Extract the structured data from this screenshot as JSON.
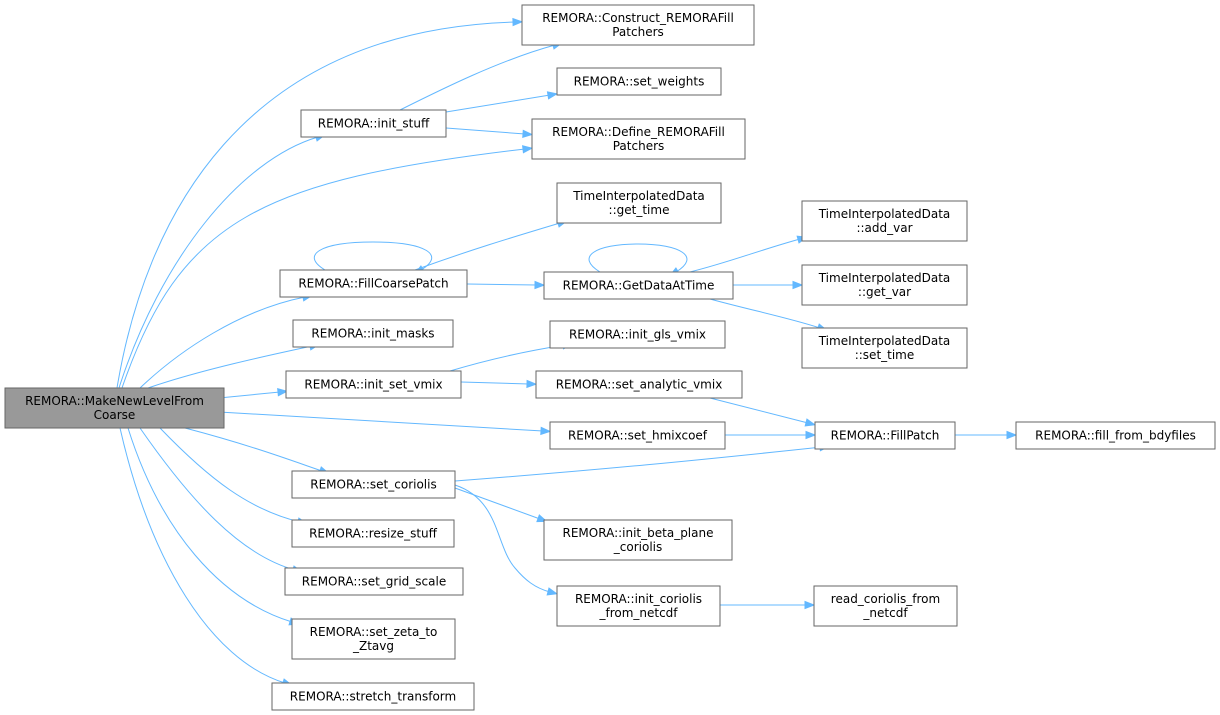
{
  "graph": {
    "nodes": [
      {
        "id": "root",
        "lines": [
          "REMORA::MakeNewLevelFrom",
          "Coarse"
        ],
        "root": true
      },
      {
        "id": "construct",
        "lines": [
          "REMORA::Construct_REMORAFill",
          "Patchers"
        ]
      },
      {
        "id": "set_weights",
        "lines": [
          "REMORA::set_weights"
        ]
      },
      {
        "id": "init_stuff",
        "lines": [
          "REMORA::init_stuff"
        ]
      },
      {
        "id": "define",
        "lines": [
          "REMORA::Define_REMORAFill",
          "Patchers"
        ]
      },
      {
        "id": "get_time",
        "lines": [
          "TimeInterpolatedData",
          "::get_time"
        ]
      },
      {
        "id": "add_var",
        "lines": [
          "TimeInterpolatedData",
          "::add_var"
        ]
      },
      {
        "id": "fillcoarse",
        "lines": [
          "REMORA::FillCoarsePatch"
        ]
      },
      {
        "id": "getdata",
        "lines": [
          "REMORA::GetDataAtTime"
        ]
      },
      {
        "id": "get_var",
        "lines": [
          "TimeInterpolatedData",
          "::get_var"
        ]
      },
      {
        "id": "init_masks",
        "lines": [
          "REMORA::init_masks"
        ]
      },
      {
        "id": "init_gls",
        "lines": [
          "REMORA::init_gls_vmix"
        ]
      },
      {
        "id": "set_time",
        "lines": [
          "TimeInterpolatedData",
          "::set_time"
        ]
      },
      {
        "id": "init_set_vmix",
        "lines": [
          "REMORA::init_set_vmix"
        ]
      },
      {
        "id": "set_analytic",
        "lines": [
          "REMORA::set_analytic_vmix"
        ]
      },
      {
        "id": "set_hmix",
        "lines": [
          "REMORA::set_hmixcoef"
        ]
      },
      {
        "id": "fillpatch",
        "lines": [
          "REMORA::FillPatch"
        ]
      },
      {
        "id": "fill_bdy",
        "lines": [
          "REMORA::fill_from_bdyfiles"
        ]
      },
      {
        "id": "set_coriolis",
        "lines": [
          "REMORA::set_coriolis"
        ]
      },
      {
        "id": "init_beta",
        "lines": [
          "REMORA::init_beta_plane",
          "_coriolis"
        ]
      },
      {
        "id": "resize",
        "lines": [
          "REMORA::resize_stuff"
        ]
      },
      {
        "id": "set_grid",
        "lines": [
          "REMORA::set_grid_scale"
        ]
      },
      {
        "id": "init_cor_nc",
        "lines": [
          "REMORA::init_coriolis",
          "_from_netcdf"
        ]
      },
      {
        "id": "read_cor",
        "lines": [
          "read_coriolis_from",
          "_netcdf"
        ]
      },
      {
        "id": "set_zeta",
        "lines": [
          "REMORA::set_zeta_to",
          "_Ztavg"
        ]
      },
      {
        "id": "stretch",
        "lines": [
          "REMORA::stretch_transform"
        ]
      }
    ],
    "edges": [
      {
        "from": "root",
        "to": "construct"
      },
      {
        "from": "root",
        "to": "init_stuff"
      },
      {
        "from": "root",
        "to": "define"
      },
      {
        "from": "root",
        "to": "fillcoarse"
      },
      {
        "from": "root",
        "to": "init_masks"
      },
      {
        "from": "root",
        "to": "init_set_vmix"
      },
      {
        "from": "root",
        "to": "set_hmix"
      },
      {
        "from": "root",
        "to": "set_coriolis"
      },
      {
        "from": "root",
        "to": "resize"
      },
      {
        "from": "root",
        "to": "set_grid"
      },
      {
        "from": "root",
        "to": "set_zeta"
      },
      {
        "from": "root",
        "to": "stretch"
      },
      {
        "from": "init_stuff",
        "to": "construct"
      },
      {
        "from": "init_stuff",
        "to": "set_weights"
      },
      {
        "from": "init_stuff",
        "to": "define"
      },
      {
        "from": "fillcoarse",
        "to": "fillcoarse"
      },
      {
        "from": "fillcoarse",
        "to": "get_time"
      },
      {
        "from": "fillcoarse",
        "to": "getdata"
      },
      {
        "from": "getdata",
        "to": "getdata"
      },
      {
        "from": "getdata",
        "to": "add_var"
      },
      {
        "from": "getdata",
        "to": "get_var"
      },
      {
        "from": "getdata",
        "to": "set_time"
      },
      {
        "from": "init_set_vmix",
        "to": "init_gls"
      },
      {
        "from": "init_set_vmix",
        "to": "set_analytic"
      },
      {
        "from": "set_analytic",
        "to": "fillpatch"
      },
      {
        "from": "set_hmix",
        "to": "fillpatch"
      },
      {
        "from": "fillpatch",
        "to": "fill_bdy"
      },
      {
        "from": "set_coriolis",
        "to": "fillpatch"
      },
      {
        "from": "set_coriolis",
        "to": "init_beta"
      },
      {
        "from": "set_coriolis",
        "to": "init_cor_nc"
      },
      {
        "from": "init_cor_nc",
        "to": "read_cor"
      }
    ]
  }
}
